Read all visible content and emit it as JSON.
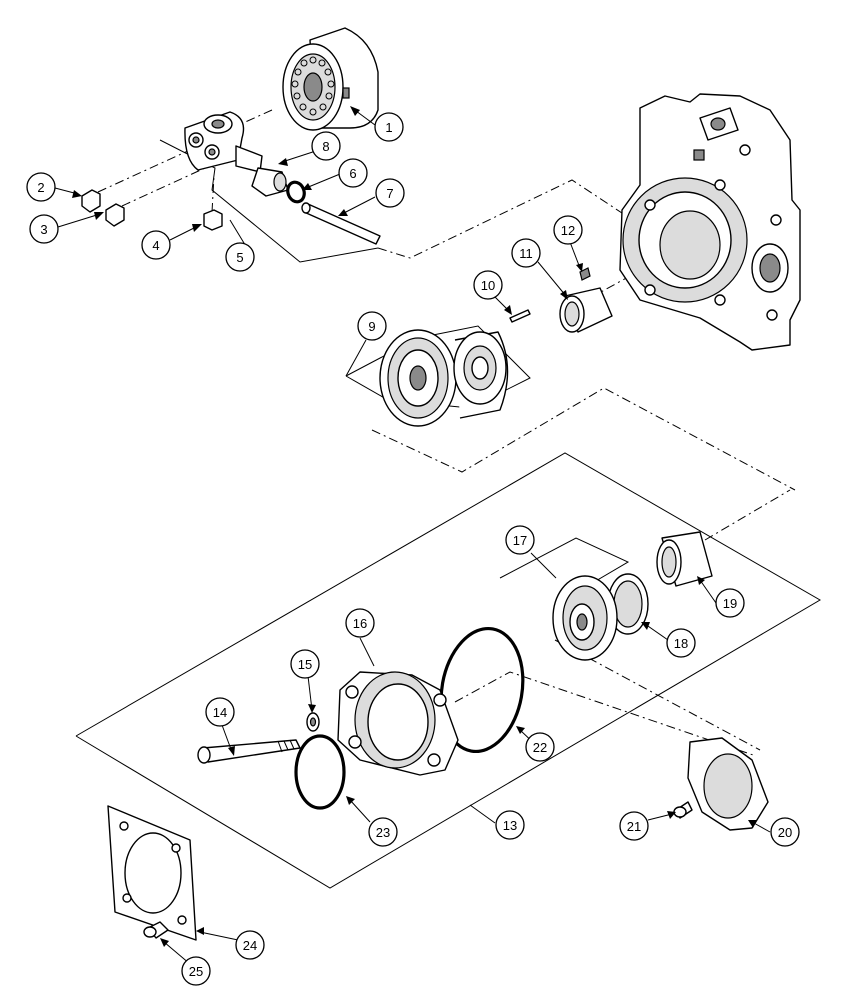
{
  "callouts": [
    {
      "id": "c1",
      "label": "1"
    },
    {
      "id": "c2",
      "label": "2"
    },
    {
      "id": "c3",
      "label": "3"
    },
    {
      "id": "c4",
      "label": "4"
    },
    {
      "id": "c5",
      "label": "5"
    },
    {
      "id": "c6",
      "label": "6"
    },
    {
      "id": "c7",
      "label": "7"
    },
    {
      "id": "c8",
      "label": "8"
    },
    {
      "id": "c9",
      "label": "9"
    },
    {
      "id": "c10",
      "label": "10"
    },
    {
      "id": "c11",
      "label": "11"
    },
    {
      "id": "c12",
      "label": "12"
    },
    {
      "id": "c13",
      "label": "13"
    },
    {
      "id": "c14",
      "label": "14"
    },
    {
      "id": "c15",
      "label": "15"
    },
    {
      "id": "c16",
      "label": "16"
    },
    {
      "id": "c17",
      "label": "17"
    },
    {
      "id": "c18",
      "label": "18"
    },
    {
      "id": "c19",
      "label": "19"
    },
    {
      "id": "c20",
      "label": "20"
    },
    {
      "id": "c21",
      "label": "21"
    },
    {
      "id": "c22",
      "label": "22"
    },
    {
      "id": "c23",
      "label": "23"
    },
    {
      "id": "c24",
      "label": "24"
    },
    {
      "id": "c25",
      "label": "25"
    }
  ]
}
